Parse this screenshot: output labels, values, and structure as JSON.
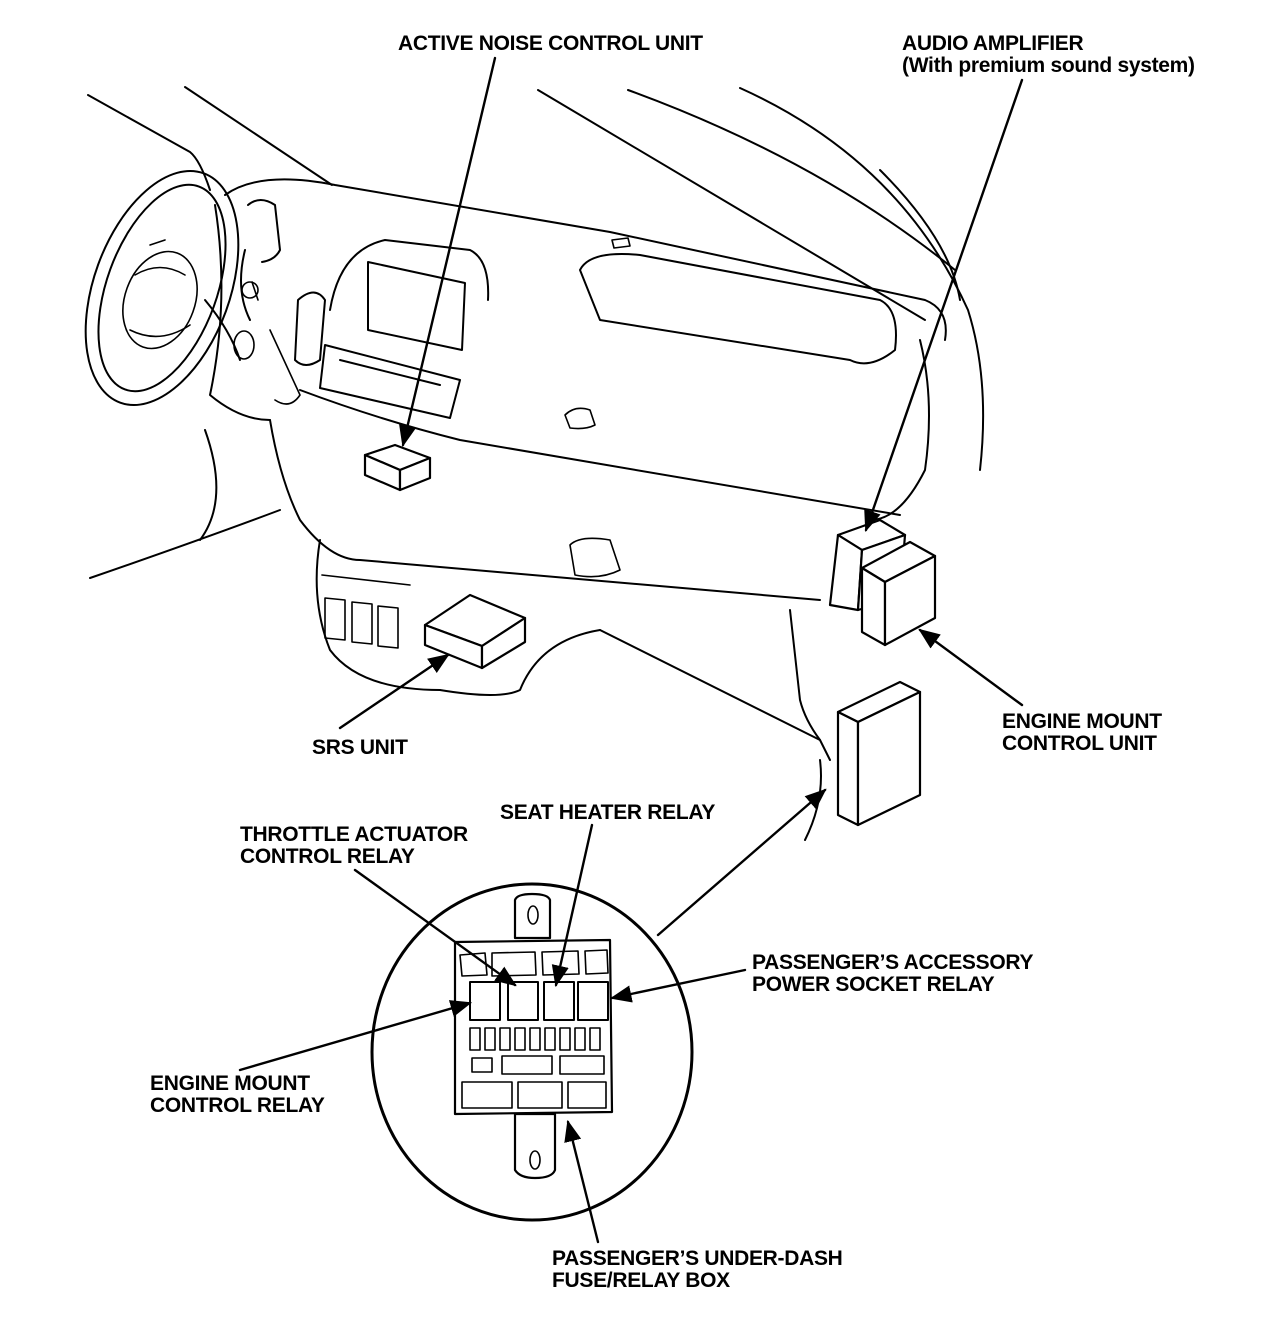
{
  "labels": {
    "active_noise_control_unit": [
      "ACTIVE NOISE CONTROL UNIT"
    ],
    "audio_amplifier": [
      "AUDIO AMPLIFIER",
      "(With premium sound system)"
    ],
    "engine_mount_control_unit": [
      "ENGINE MOUNT",
      "CONTROL UNIT"
    ],
    "srs_unit": [
      "SRS UNIT"
    ],
    "seat_heater_relay": [
      "SEAT HEATER RELAY"
    ],
    "throttle_actuator_control_relay": [
      "THROTTLE ACTUATOR",
      "CONTROL RELAY"
    ],
    "passengers_accessory_power_socket_relay": [
      "PASSENGER’S ACCESSORY",
      "POWER SOCKET RELAY"
    ],
    "engine_mount_control_relay": [
      "ENGINE MOUNT",
      "CONTROL RELAY"
    ],
    "passengers_under_dash_fuse_relay_box": [
      "PASSENGER’S UNDER-DASH",
      "FUSE/RELAY BOX"
    ]
  }
}
